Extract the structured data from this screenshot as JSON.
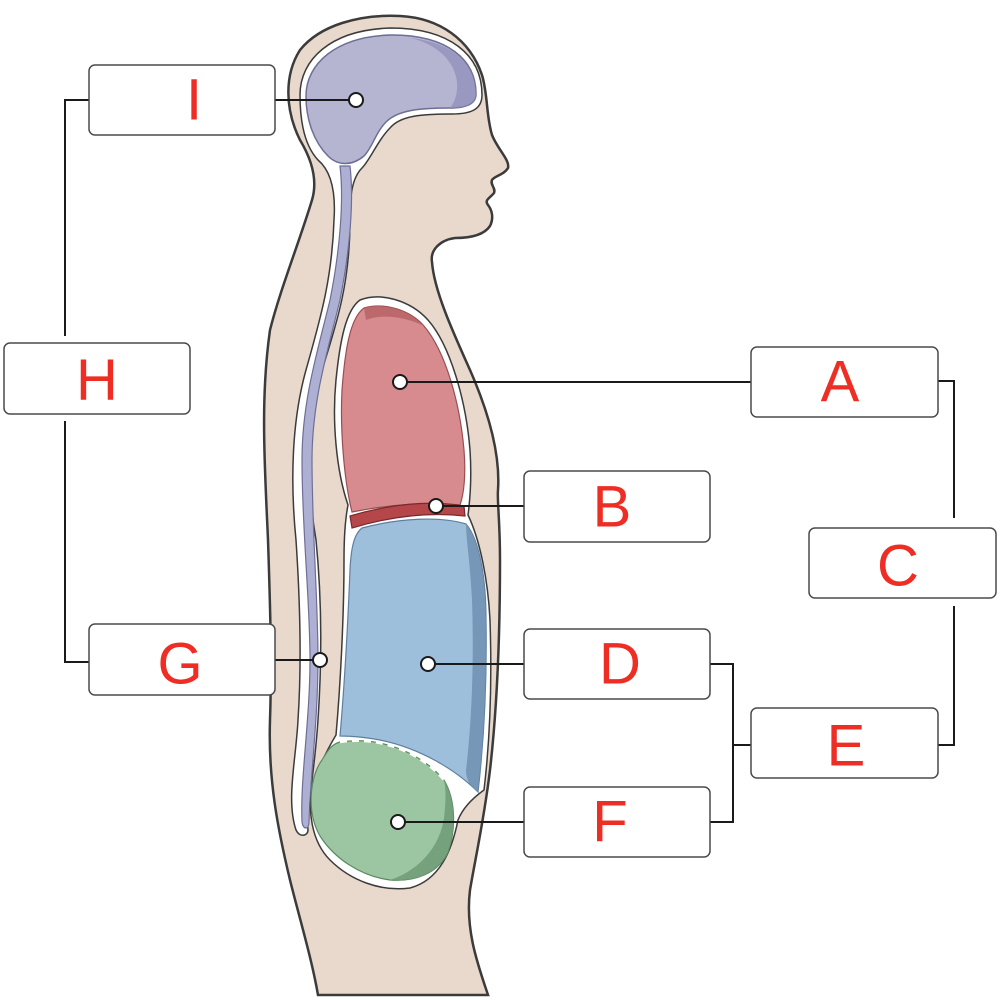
{
  "labels": {
    "A": "A",
    "B": "B",
    "C": "C",
    "D": "D",
    "E": "E",
    "F": "F",
    "G": "G",
    "H": "H",
    "I": "I"
  },
  "colors": {
    "skin": "#e8d9cc",
    "skin_outline": "#3b3b3b",
    "brain": "#b6b5d1",
    "spinal_cord": "#aeb0d3",
    "thoracic_cavity": "#d78b8e",
    "diaphragm": "#b5474a",
    "abdominal_cavity": "#9ebfdc",
    "pelvic_cavity": "#9cc5a2",
    "label_text": "#ee2e24"
  }
}
